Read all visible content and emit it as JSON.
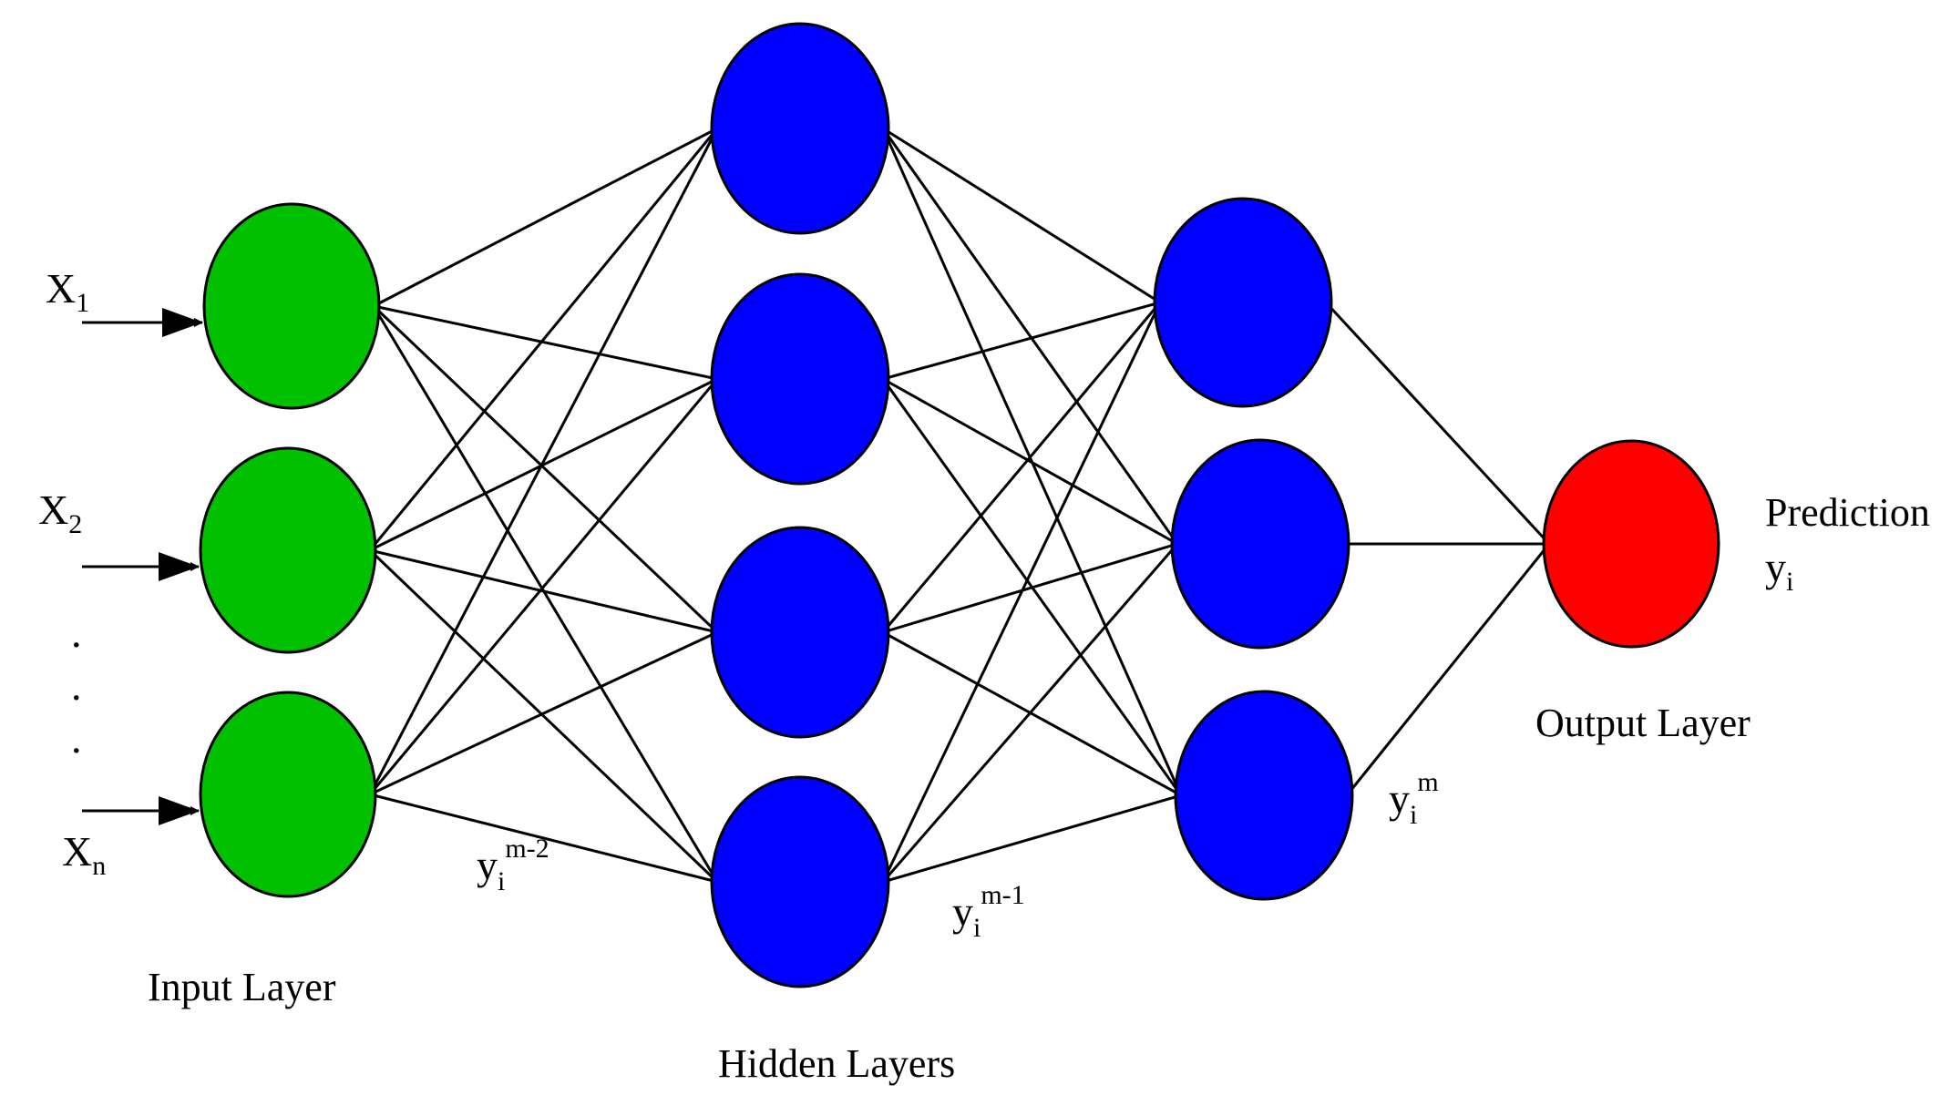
{
  "colors": {
    "input_node": "#00c000",
    "hidden_node": "#0000ff",
    "output_node": "#ff0000",
    "stroke": "#000000"
  },
  "inputs": [
    {
      "symbol": "X",
      "subscript": "1"
    },
    {
      "symbol": "X",
      "subscript": "2"
    },
    {
      "symbol": "X",
      "subscript": "n"
    }
  ],
  "ellipsis": [
    ".",
    ".",
    "."
  ],
  "layer_labels": {
    "input": "Input Layer",
    "hidden": "Hidden Layers",
    "output": "Output Layer"
  },
  "prediction": {
    "title": "Prediction",
    "symbol": "y",
    "subscript": "i"
  },
  "signal_labels": [
    {
      "symbol": "y",
      "subscript": "i",
      "superscript": "m-2"
    },
    {
      "symbol": "y",
      "subscript": "i",
      "superscript": "m-1"
    },
    {
      "symbol": "y",
      "subscript": "i",
      "superscript": "m"
    }
  ],
  "layers": [
    {
      "name": "input",
      "nodes": 3
    },
    {
      "name": "hidden-1",
      "nodes": 4
    },
    {
      "name": "hidden-2",
      "nodes": 3
    },
    {
      "name": "output",
      "nodes": 1
    }
  ]
}
